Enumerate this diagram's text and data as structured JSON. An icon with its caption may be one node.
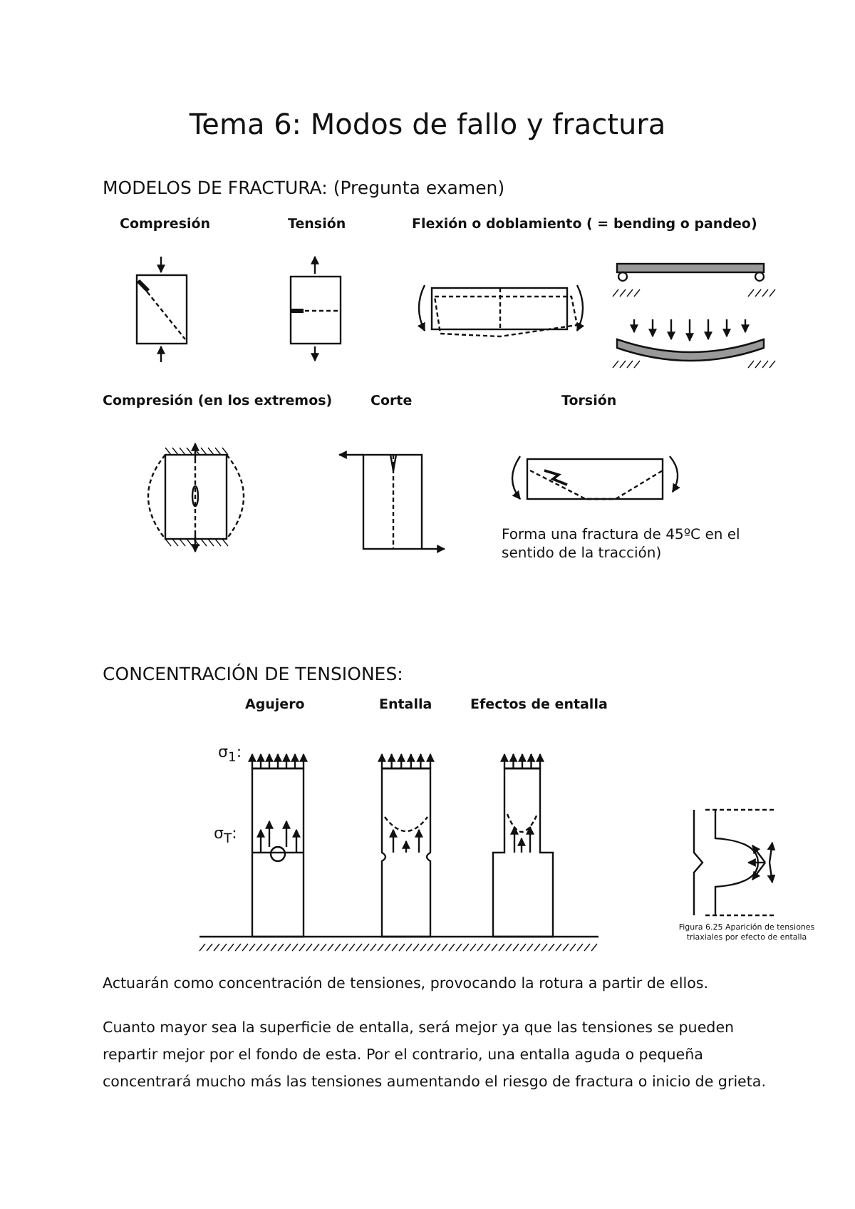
{
  "diagram": {
    "title": "Tema 6: Modos de fallo y fractura",
    "labels": [
      "MODELOS DE FRACTURA:  (Pregunta examen)",
      "Compresión",
      "Tensión",
      "Flexión o doblamiento ( = bending o pandeo)",
      "Compresión (en los extremos)",
      "Corte",
      "Torsión",
      "Forma una fractura de 45ºC en el sentido de la tracción)",
      "CONCENTRACIÓN DE TENSIONES:",
      "Agujero",
      "Entalla",
      "Efectos de entalla",
      "σ$_{1}$:",
      "σ$_{T}$:",
      "Figura 6.25 Aparición de tensiones triaxiales por efecto de entalla",
      "Actuarán como concentración de tensiones, provocando la rotura a partir de ellos.",
      "Cuanto mayor sea la superficie de entalla, será mejor ya que las tensiones se pueden repartir mejor por el fondo de esta. Por el contrario, una entalla aguda o pequeña concentrará mucho más las tensiones aumentando el riesgo de fractura o inicio de grieta."
    ]
  }
}
